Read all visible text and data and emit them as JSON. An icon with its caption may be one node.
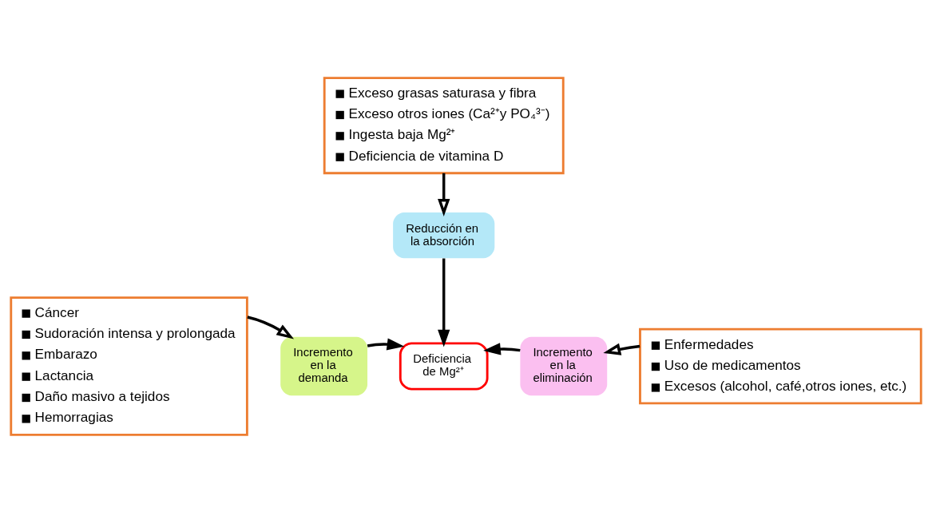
{
  "diagram": {
    "nodes": [
      {
        "text": [
          "Exceso grasas saturasa y fibra",
          "Exceso otros iones (Ca²⁺y PO₄³⁻)",
          "Ingesta baja Mg²⁺",
          "Deficiencia de vitamina D"
        ]
      },
      {
        "text": [
          "Reducción en la absorción"
        ]
      },
      {
        "text": [
          "Deficiencia de Mg²⁺"
        ]
      },
      {
        "text": [
          "Incremento en la demanda"
        ]
      },
      {
        "text": [
          "Cáncer",
          "Sudoración intensa y prolongada",
          "Embarazo",
          "Lactancia",
          "Daño masivo a tejidos",
          "Hemorragias"
        ]
      },
      {
        "text": [
          "Incremento en la eliminación"
        ]
      },
      {
        "text": [
          "Enfermedades",
          "Uso de medicamentos",
          "Excesos (alcohol, café,otros iones, etc.)"
        ]
      }
    ],
    "edges": [
      {
        "from": 0,
        "to": 1,
        "arrow": "to"
      },
      {
        "from": 1,
        "to": 2,
        "arrow": "to"
      },
      {
        "from": 3,
        "to": 2,
        "arrow": "to"
      },
      {
        "from": 4,
        "to": 3,
        "arrow": "to"
      },
      {
        "from": 5,
        "to": 2,
        "arrow": "to"
      },
      {
        "from": 6,
        "to": 5,
        "arrow": "to"
      }
    ]
  }
}
